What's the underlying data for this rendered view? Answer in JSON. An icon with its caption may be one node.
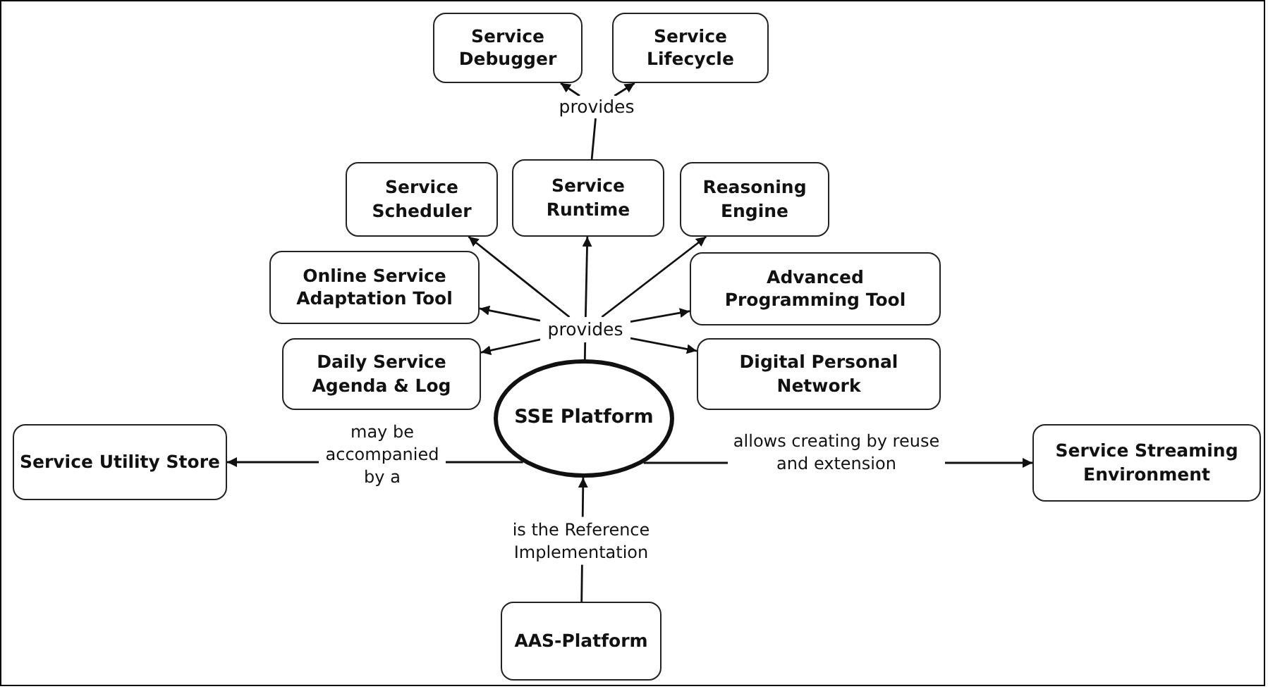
{
  "diagram": {
    "nodes": [
      {
        "text": [
          "Service Debugger"
        ]
      },
      {
        "text": [
          "Service Lifecycle"
        ]
      },
      {
        "text": [
          "provides"
        ]
      },
      {
        "text": [
          "Service Scheduler"
        ]
      },
      {
        "text": [
          "Service Runtime"
        ]
      },
      {
        "text": [
          "Reasoning Engine"
        ]
      },
      {
        "text": [
          "Online Service Adaptation Tool"
        ]
      },
      {
        "text": [
          "Advanced Programming Tool"
        ]
      },
      {
        "text": [
          "provides"
        ]
      },
      {
        "text": [
          "Daily Service Agenda & Log"
        ]
      },
      {
        "text": [
          "Digital Personal Network"
        ]
      },
      {
        "text": [
          "SSE Platform"
        ]
      },
      {
        "text": [
          "Service Utility Store"
        ]
      },
      {
        "text": [
          "Service Streaming Environment"
        ]
      },
      {
        "text": [
          "AAS-Platform"
        ]
      }
    ],
    "edges": [
      {
        "from": 4,
        "to": 2,
        "arrow": "none"
      },
      {
        "from": 2,
        "to": 0,
        "arrow": "to"
      },
      {
        "from": 2,
        "to": 1,
        "arrow": "to"
      },
      {
        "from": 11,
        "to": 8,
        "arrow": "none"
      },
      {
        "from": 8,
        "to": 3,
        "arrow": "to"
      },
      {
        "from": 8,
        "to": 4,
        "arrow": "to"
      },
      {
        "from": 8,
        "to": 5,
        "arrow": "to"
      },
      {
        "from": 8,
        "to": 6,
        "arrow": "to"
      },
      {
        "from": 8,
        "to": 7,
        "arrow": "to"
      },
      {
        "from": 8,
        "to": 9,
        "arrow": "to"
      },
      {
        "from": 8,
        "to": 10,
        "arrow": "to"
      },
      {
        "from": 11,
        "to": 12,
        "arrow": "to",
        "label": "may be accompanied by a"
      },
      {
        "from": 11,
        "to": 13,
        "arrow": "to",
        "label": "allows creating by reuse and extension"
      },
      {
        "from": 14,
        "to": 11,
        "arrow": "to",
        "label": "is the Reference Implementation"
      }
    ]
  }
}
